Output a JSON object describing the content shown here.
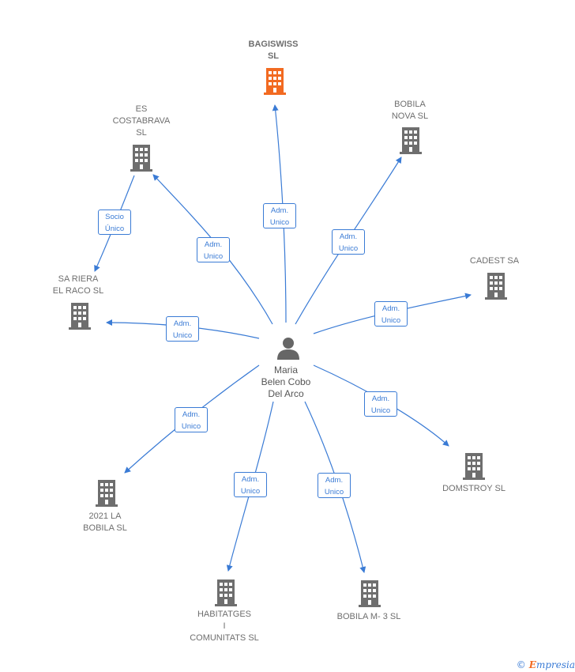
{
  "center": {
    "name": "Maria\nBelen Cobo\nDel Arco"
  },
  "companies": [
    {
      "id": "bagiswiss",
      "label": "BAGISWISS\nSL",
      "highlight": true
    },
    {
      "id": "bobila-nova",
      "label": "BOBILA\nNOVA SL",
      "highlight": false
    },
    {
      "id": "cadest",
      "label": "CADEST SA",
      "highlight": false
    },
    {
      "id": "domstroy",
      "label": "DOMSTROY SL",
      "highlight": false
    },
    {
      "id": "bobila-m3",
      "label": "BOBILA M- 3 SL",
      "highlight": false
    },
    {
      "id": "habitatges",
      "label": "HABITATGES\nI\nCOMUNITATS SL",
      "highlight": false
    },
    {
      "id": "2021-la-bobila",
      "label": "2021 LA\nBOBILA  SL",
      "highlight": false
    },
    {
      "id": "sa-riera",
      "label": "SA RIERA\nEL RACO  SL",
      "highlight": false
    },
    {
      "id": "es-costabrava",
      "label": "ES\nCOSTABRAVA\nSL",
      "highlight": false
    }
  ],
  "relations": [
    {
      "id": "r-bagiswiss",
      "label": "Adm.\nUnico"
    },
    {
      "id": "r-bobila-nova",
      "label": "Adm.\nUnico"
    },
    {
      "id": "r-cadest",
      "label": "Adm.\nUnico"
    },
    {
      "id": "r-domstroy",
      "label": "Adm.\nUnico"
    },
    {
      "id": "r-bobila-m3",
      "label": "Adm.\nUnico"
    },
    {
      "id": "r-habitatges",
      "label": "Adm.\nUnico"
    },
    {
      "id": "r-2021",
      "label": "Adm.\nUnico"
    },
    {
      "id": "r-sa-riera",
      "label": "Adm.\nUnico"
    },
    {
      "id": "r-costabrava",
      "label": "Adm.\nUnico"
    },
    {
      "id": "r-socio",
      "label": "Socio\nÚnico"
    }
  ],
  "colors": {
    "edge": "#3a7bd5",
    "building": "#6e6e6e",
    "building_highlight": "#f26a21",
    "person": "#666666"
  },
  "footer": {
    "copyright": "©",
    "brand_first": "E",
    "brand_rest": "mpresia"
  }
}
